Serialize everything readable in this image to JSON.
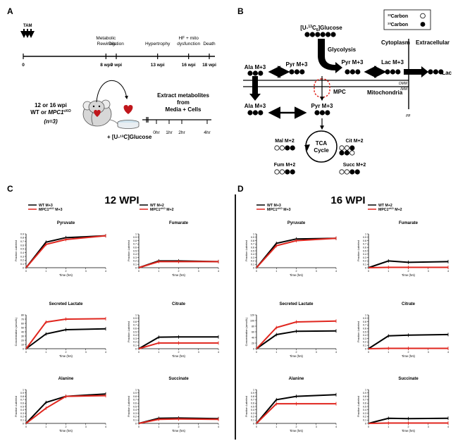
{
  "panels": {
    "A": "A",
    "B": "B",
    "C": "C",
    "D": "D"
  },
  "panelA": {
    "tam": "TAM",
    "timeline_labels": [
      {
        "pos": 0,
        "top": "",
        "bottom": "0"
      },
      {
        "pos": 8,
        "top": "Metabolic\nRewiring",
        "bottom": "8 wpi"
      },
      {
        "pos": 9,
        "top": "Dilation",
        "bottom": "9 wpi"
      },
      {
        "pos": 13,
        "top": "Hypertrophy",
        "bottom": "13 wpi"
      },
      {
        "pos": 16,
        "top": "HF + mito\ndysfunction",
        "bottom": "16 wpi"
      },
      {
        "pos": 18,
        "top": "Death",
        "bottom": "18 wpi"
      }
    ],
    "cohort_line1": "12 or 16 wpi",
    "cohort_line2_a": "WT or ",
    "cohort_line2_b": "MPC1",
    "cohort_line2_sup": "cKO",
    "cohort_line3": "(n=3)",
    "tracer": "+ [U-¹³C]Glucose",
    "extract_lines": [
      "Extract metabolites",
      "from",
      "Media + Cells"
    ],
    "times": [
      "0hr",
      "1hr",
      "2hr",
      "4hr"
    ]
  },
  "panelB": {
    "legend_12c": "¹²Carbon",
    "legend_13c": "¹³Carbon",
    "glucose_a": "[U-",
    "glucose_sup": "13",
    "glucose_b": "C",
    "glucose_sub": "6",
    "glucose_c": "]Glucose",
    "glycolysis": "Glycolysis",
    "cytoplasm": "Cytoplasm",
    "extracellular": "Extracellular",
    "ala_cyto": "Ala M+3",
    "pyr_left": "Pyr M+3",
    "pyr_right": "Pyr M+3",
    "lac": "Lac M+3",
    "lac_out": "Lac",
    "omm": "OMM",
    "imm": "IMM",
    "mpc": "MPC",
    "mitochondria": "Mitochondria",
    "ala_mito": "Ala M+3",
    "pyr_mito": "Pyr M+3",
    "plf": "Plf",
    "tca": [
      "TCA",
      "Cycle"
    ],
    "mal": "Mal M+2",
    "cit": "Cit M+2",
    "fum": "Fum M+2",
    "succ": "Succ M+2"
  },
  "panelC": {
    "title": "12 WPI",
    "legend_left": [
      "WT M+3",
      "MPC1",
      "cKO",
      " M+3"
    ],
    "legend_right": [
      "WT M+2",
      "MPC1",
      "cKO",
      " M+2"
    ]
  },
  "panelD": {
    "title": "16 WPI",
    "legend_left": [
      "WT M+3",
      "MPC1",
      "cKO",
      " M+3"
    ],
    "legend_right": [
      "WT M+2",
      "MPC1",
      "cKO",
      " M+2"
    ]
  },
  "colors": {
    "wt": "#000000",
    "cko": "#e0261e",
    "mpc": "#e0261e"
  },
  "time_axis_label": "Time (hrs)",
  "chart_data": [
    {
      "panel": "C",
      "title": "Pyruvate",
      "type": "line",
      "ylabel": "Fraction Labeled",
      "xlabel": "Time (hrs)",
      "xlim": [
        0,
        4
      ],
      "ylim": [
        0,
        0.9
      ],
      "yticks": [
        "0",
        "0.1",
        "0.2",
        "0.3",
        "0.4",
        "0.5",
        "0.6",
        "0.7",
        "0.8",
        "0.9"
      ],
      "series": [
        {
          "name": "WT M+3",
          "x": [
            0,
            1,
            2,
            4
          ],
          "y": [
            0,
            0.68,
            0.8,
            0.85
          ]
        },
        {
          "name": "MPC1cKO M+3",
          "x": [
            0,
            1,
            2,
            4
          ],
          "y": [
            0,
            0.62,
            0.75,
            0.85
          ]
        }
      ]
    },
    {
      "panel": "C",
      "title": "Fumarate",
      "type": "line",
      "ylabel": "Fraction Labeled",
      "xlabel": "Time (hrs)",
      "xlim": [
        0,
        4
      ],
      "ylim": [
        0,
        1
      ],
      "yticks": [
        "0",
        "0.1",
        "0.2",
        "0.3",
        "0.4",
        "0.5",
        "0.6",
        "0.7",
        "0.8",
        "0.9",
        "1"
      ],
      "series": [
        {
          "name": "WT M+2",
          "x": [
            0,
            1,
            2,
            4
          ],
          "y": [
            0,
            0.2,
            0.2,
            0.18
          ]
        },
        {
          "name": "MPC1cKO M+2",
          "x": [
            0,
            1,
            2,
            4
          ],
          "y": [
            0,
            0.18,
            0.18,
            0.18
          ]
        }
      ]
    },
    {
      "panel": "C",
      "title": "Secreted Lactate",
      "type": "line",
      "ylabel": "Concentration (umol/L)",
      "xlabel": "Time (hrs)",
      "xlim": [
        0,
        4
      ],
      "ylim": [
        0,
        80
      ],
      "yticks": [
        "0",
        "10",
        "20",
        "30",
        "40",
        "50",
        "60",
        "70",
        "80"
      ],
      "series": [
        {
          "name": "WT M+3",
          "x": [
            0,
            1,
            2,
            4
          ],
          "y": [
            0,
            35,
            45,
            47
          ]
        },
        {
          "name": "MPC1cKO M+3",
          "x": [
            0,
            1,
            2,
            4
          ],
          "y": [
            0,
            63,
            70,
            71
          ]
        }
      ]
    },
    {
      "panel": "C",
      "title": "Citrate",
      "type": "line",
      "ylabel": "Fraction Labeled",
      "xlabel": "Time (hrs)",
      "xlim": [
        0,
        4
      ],
      "ylim": [
        0,
        1
      ],
      "yticks": [
        "0",
        "0.1",
        "0.2",
        "0.3",
        "0.4",
        "0.5",
        "0.6",
        "0.7",
        "0.8",
        "0.9",
        "1"
      ],
      "series": [
        {
          "name": "WT M+2",
          "x": [
            0,
            1,
            2,
            4
          ],
          "y": [
            0,
            0.34,
            0.35,
            0.35
          ]
        },
        {
          "name": "MPC1cKO M+2",
          "x": [
            0,
            1,
            2,
            4
          ],
          "y": [
            0,
            0.17,
            0.17,
            0.17
          ]
        }
      ]
    },
    {
      "panel": "C",
      "title": "Alanine",
      "type": "line",
      "ylabel": "Fraction Labeled",
      "xlabel": "Time (hrs)",
      "xlim": [
        0,
        4
      ],
      "ylim": [
        0,
        1
      ],
      "yticks": [
        "0",
        "0.1",
        "0.2",
        "0.3",
        "0.4",
        "0.5",
        "0.6",
        "0.7",
        "0.8",
        "0.9",
        "1"
      ],
      "series": [
        {
          "name": "WT M+3",
          "x": [
            0,
            1,
            2,
            4
          ],
          "y": [
            0,
            0.62,
            0.8,
            0.87
          ]
        },
        {
          "name": "MPC1cKO M+3",
          "x": [
            0,
            1,
            2,
            4
          ],
          "y": [
            0,
            0.45,
            0.8,
            0.82
          ]
        }
      ]
    },
    {
      "panel": "C",
      "title": "Succinate",
      "type": "line",
      "ylabel": "Fraction Labeled",
      "xlabel": "Time (hrs)",
      "xlim": [
        0,
        4
      ],
      "ylim": [
        0,
        1
      ],
      "yticks": [
        "0",
        "0.1",
        "0.2",
        "0.3",
        "0.4",
        "0.5",
        "0.6",
        "0.7",
        "0.8",
        "0.9",
        "1"
      ],
      "series": [
        {
          "name": "WT M+2",
          "x": [
            0,
            1,
            2,
            4
          ],
          "y": [
            0,
            0.15,
            0.16,
            0.14
          ]
        },
        {
          "name": "MPC1cKO M+2",
          "x": [
            0,
            1,
            2,
            4
          ],
          "y": [
            0,
            0.12,
            0.13,
            0.12
          ]
        }
      ]
    },
    {
      "panel": "D",
      "title": "Pyruvate",
      "type": "line",
      "ylabel": "Fraction Labeled",
      "xlabel": "Time (hrs)",
      "xlim": [
        0,
        4
      ],
      "ylim": [
        0,
        1
      ],
      "yticks": [
        "0",
        "0.1",
        "0.2",
        "0.3",
        "0.4",
        "0.5",
        "0.6",
        "0.7",
        "0.8",
        "0.9",
        "1"
      ],
      "series": [
        {
          "name": "WT M+3",
          "x": [
            0,
            1,
            2,
            4
          ],
          "y": [
            0,
            0.72,
            0.85,
            0.87
          ]
        },
        {
          "name": "MPC1cKO M+3",
          "x": [
            0,
            1,
            2,
            4
          ],
          "y": [
            0,
            0.65,
            0.8,
            0.87
          ]
        }
      ]
    },
    {
      "panel": "D",
      "title": "Fumarate",
      "type": "line",
      "ylabel": "Fraction Labeled",
      "xlabel": "Time (hrs)",
      "xlim": [
        0,
        4
      ],
      "ylim": [
        0,
        1
      ],
      "yticks": [
        "0",
        "0.1",
        "0.2",
        "0.3",
        "0.4",
        "0.5",
        "0.6",
        "0.7",
        "0.8",
        "0.9",
        "1"
      ],
      "series": [
        {
          "name": "WT M+2",
          "x": [
            0,
            1,
            2,
            4
          ],
          "y": [
            0,
            0.2,
            0.16,
            0.18
          ]
        },
        {
          "name": "MPC1cKO M+2",
          "x": [
            0,
            1,
            2,
            4
          ],
          "y": [
            0,
            0.01,
            0.01,
            0.01
          ]
        }
      ]
    },
    {
      "panel": "D",
      "title": "Secreted Lactate",
      "type": "line",
      "ylabel": "Concentration (umol/L)",
      "xlabel": "Time (hrs)",
      "xlim": [
        0,
        4
      ],
      "ylim": [
        0,
        120
      ],
      "yticks": [
        "0",
        "20",
        "40",
        "60",
        "80",
        "100",
        "120"
      ],
      "series": [
        {
          "name": "WT M+3",
          "x": [
            0,
            1,
            2,
            4
          ],
          "y": [
            0,
            50,
            62,
            63
          ]
        },
        {
          "name": "MPC1cKO M+3",
          "x": [
            0,
            1,
            2,
            4
          ],
          "y": [
            0,
            75,
            95,
            98
          ]
        }
      ]
    },
    {
      "panel": "D",
      "title": "Citrate",
      "type": "line",
      "ylabel": "Fraction Labeled",
      "xlabel": "Time (hrs)",
      "xlim": [
        0,
        4
      ],
      "ylim": [
        0,
        1
      ],
      "yticks": [
        "0",
        "0.1",
        "0.2",
        "0.3",
        "0.4",
        "0.5",
        "0.6",
        "0.7",
        "0.8",
        "0.9",
        "1"
      ],
      "series": [
        {
          "name": "WT M+2",
          "x": [
            0,
            1,
            2,
            4
          ],
          "y": [
            0,
            0.38,
            0.4,
            0.42
          ]
        },
        {
          "name": "MPC1cKO M+2",
          "x": [
            0,
            1,
            2,
            4
          ],
          "y": [
            0,
            0.01,
            0.01,
            0.01
          ]
        }
      ]
    },
    {
      "panel": "D",
      "title": "Alanine",
      "type": "line",
      "ylabel": "Fraction Labeled",
      "xlabel": "Time (hrs)",
      "xlim": [
        0,
        4
      ],
      "ylim": [
        0,
        1
      ],
      "yticks": [
        "0",
        "0.1",
        "0.2",
        "0.3",
        "0.4",
        "0.5",
        "0.6",
        "0.7",
        "0.8",
        "0.9",
        "1"
      ],
      "series": [
        {
          "name": "WT M+3",
          "x": [
            0,
            1,
            2,
            4
          ],
          "y": [
            0,
            0.7,
            0.8,
            0.85
          ]
        },
        {
          "name": "MPC1cKO M+3",
          "x": [
            0,
            1,
            2,
            4
          ],
          "y": [
            0,
            0.58,
            0.58,
            0.58
          ]
        }
      ]
    },
    {
      "panel": "D",
      "title": "Succinate",
      "type": "line",
      "ylabel": "Fraction Labeled",
      "xlabel": "Time (hrs)",
      "xlim": [
        0,
        4
      ],
      "ylim": [
        0,
        1
      ],
      "yticks": [
        "0",
        "0.1",
        "0.2",
        "0.3",
        "0.4",
        "0.5",
        "0.6",
        "0.7",
        "0.8",
        "0.9",
        "1"
      ],
      "series": [
        {
          "name": "WT M+2",
          "x": [
            0,
            1,
            2,
            4
          ],
          "y": [
            0,
            0.15,
            0.14,
            0.15
          ]
        },
        {
          "name": "MPC1cKO M+2",
          "x": [
            0,
            1,
            2,
            4
          ],
          "y": [
            0,
            0.01,
            0.01,
            0.01
          ]
        }
      ]
    }
  ]
}
